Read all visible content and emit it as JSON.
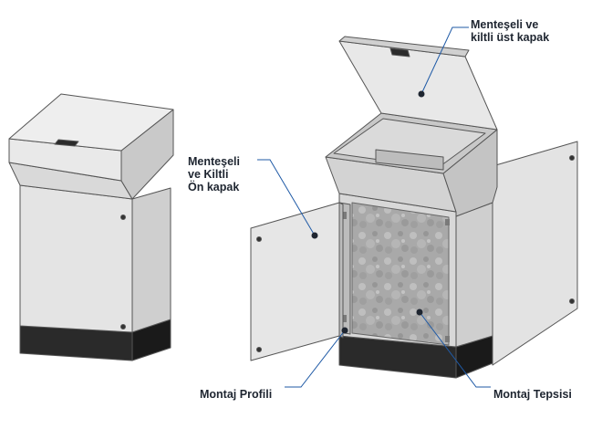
{
  "labels": {
    "top_cover": [
      "Menteşeli ve",
      "kiltli üst kapak"
    ],
    "front_cover": [
      "Menteşeli",
      "ve Kiltli",
      "Ön kapak"
    ],
    "mounting_profile": "Montaj Profili",
    "mounting_tray": "Montaj Tepsisi"
  },
  "colors": {
    "cabinet_light": "#e6e6e6",
    "cabinet_mid": "#d2d2d2",
    "cabinet_dark": "#b4b4b4",
    "plinth": "#2a2a2a",
    "leader_line": "#1f5aa6",
    "label_text": "#1e2530"
  }
}
